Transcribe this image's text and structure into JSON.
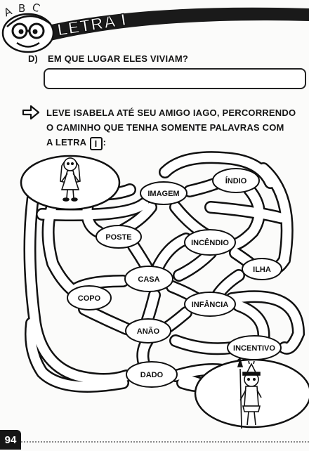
{
  "header": {
    "abc_letters": [
      "A",
      "B",
      "C"
    ],
    "banner_title": "LETRA I"
  },
  "question": {
    "letter": "D)",
    "text": "EM QUE LUGAR ELES VIVIAM?"
  },
  "instruction": {
    "line1": "LEVE ISABELA ATÉ SEU AMIGO IAGO, PERCORRENDO",
    "line2": "O CAMINHO QUE TENHA SOMENTE PALAVRAS COM",
    "line3_before": "A LETRA",
    "highlight_letter": "I",
    "line3_after": ":"
  },
  "maze_words": {
    "imagem": "IMAGEM",
    "indio": "ÍNDIO",
    "poste": "POSTE",
    "incendio": "INCÊNDIO",
    "ilha": "ILHA",
    "casa": "CASA",
    "copo": "COPO",
    "infancia": "INFÂNCIA",
    "anao": "ANÃO",
    "incentivo": "INCENTIVO",
    "dado": "DADO"
  },
  "page_number": "94",
  "icons": {
    "mascot": "smiling-mascot-with-glasses-icon",
    "arrow": "outline-arrow-right-icon",
    "girl": "girl-isabela-figure",
    "boy": "indigenous-boy-iago-figure"
  },
  "colors": {
    "ink": "#141414",
    "paper": "#fbfbfa",
    "banner": "#1a1a1a"
  }
}
